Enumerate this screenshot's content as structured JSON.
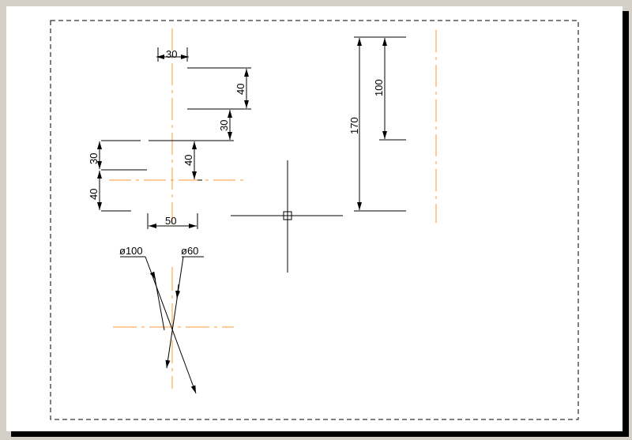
{
  "colors": {
    "background": "#d4d0c8",
    "paper": "#ffffff",
    "paper_shadow": "#000000",
    "geometry": "#000000",
    "centerline": "#ff9933",
    "cursor": "#000000"
  },
  "dimensions": {
    "top_width": "30",
    "upper_height": "40",
    "mid_step": "30",
    "left_upper": "30",
    "center_height": "40",
    "left_lower": "40",
    "bottom_width": "50",
    "tall_total": "170",
    "tall_inner": "100",
    "diameter_large": "ø100",
    "diameter_small": "ø60"
  },
  "icons": {
    "crosshair": "crosshair-cursor-icon",
    "pickbox": "pickbox-icon"
  }
}
